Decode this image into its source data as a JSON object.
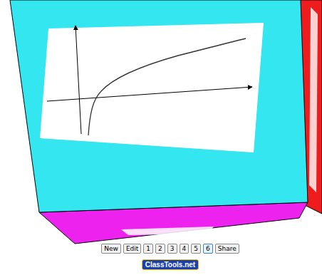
{
  "diagram": {
    "nodes": [
      {
        "text": [
          "New"
        ]
      },
      {
        "text": [
          "Edit"
        ]
      },
      {
        "text": [
          "1"
        ]
      },
      {
        "text": [
          "2"
        ]
      },
      {
        "text": [
          "3"
        ]
      },
      {
        "text": [
          "4"
        ]
      },
      {
        "text": [
          "5"
        ]
      },
      {
        "text": [
          "6"
        ]
      },
      {
        "text": [
          "Share"
        ]
      }
    ],
    "labels": [
      "ClassTools.net"
    ]
  }
}
